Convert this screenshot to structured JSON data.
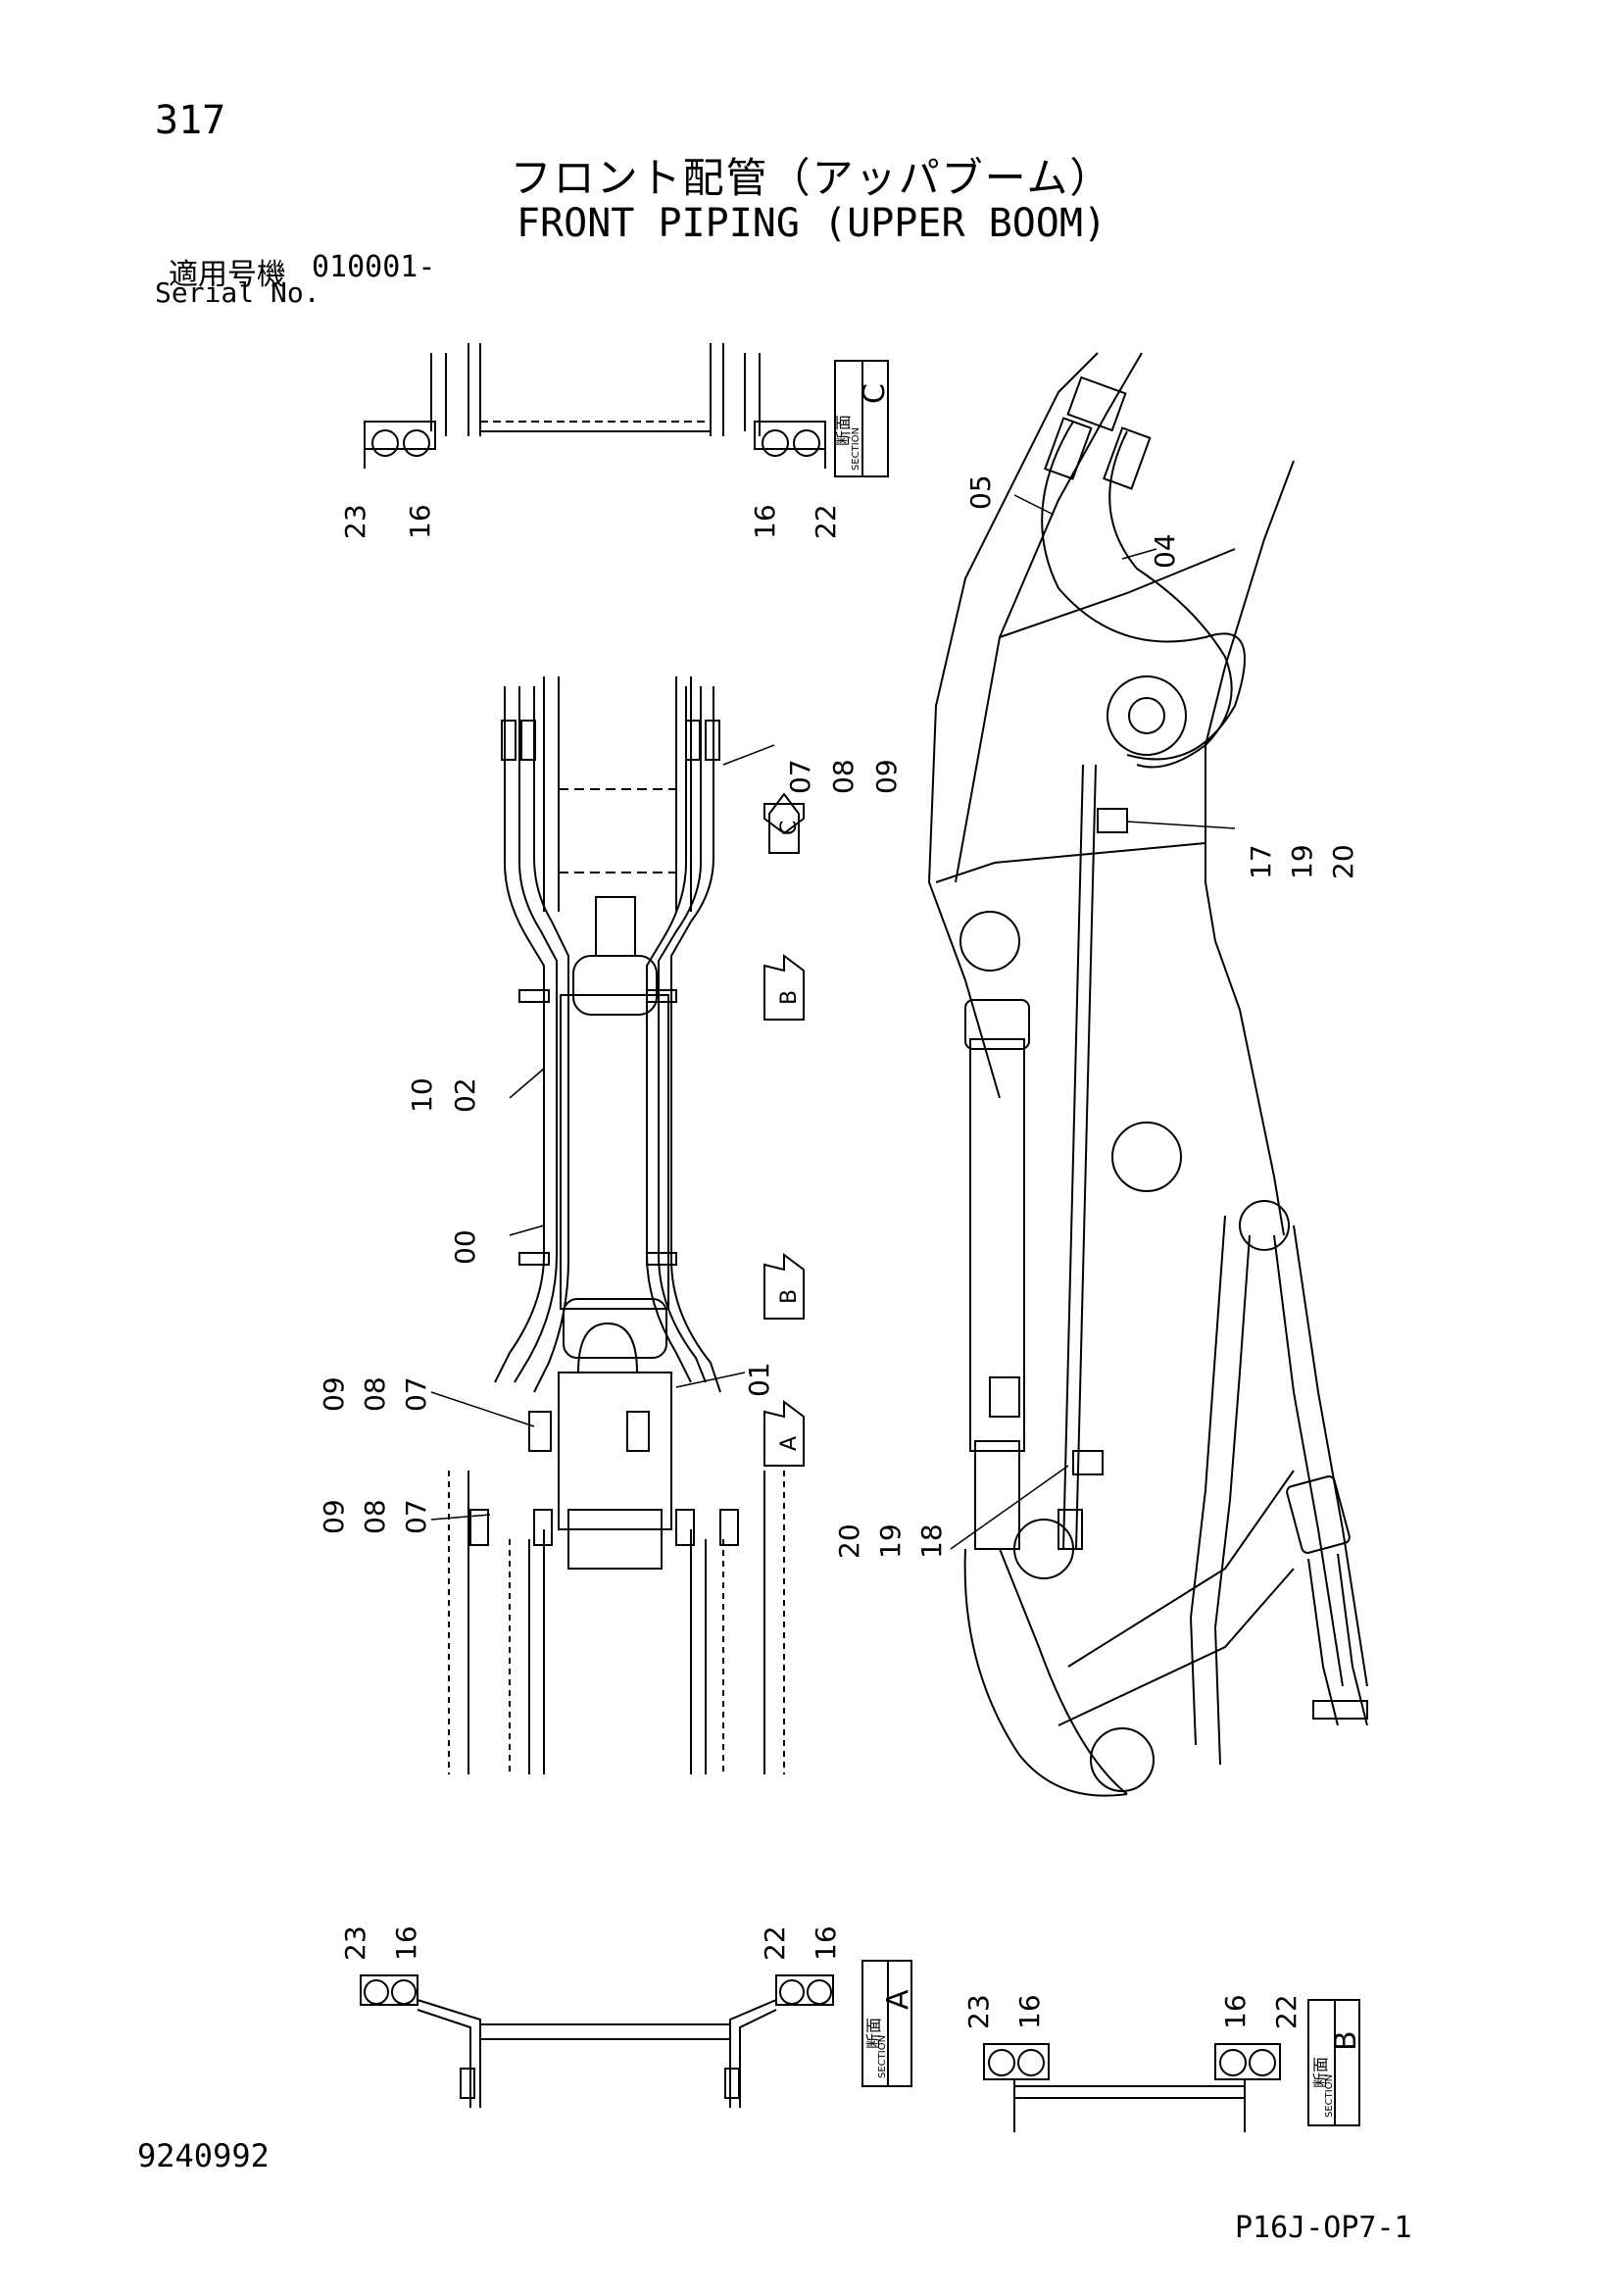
{
  "page_number": "317",
  "title_jp": "フロント配管（アッパブーム）",
  "title_en": "FRONT PIPING (UPPER BOOM)",
  "serial": {
    "label_jp": "適用号機",
    "label_en": "Serial No.",
    "value": "010001-"
  },
  "document_number": "9240992",
  "drawing_code": "P16J-OP7-1",
  "section_boxes": {
    "dan_men": "断面",
    "section": "SECTION",
    "c": "C",
    "a": "A",
    "b": "B"
  },
  "part_labels": {
    "sec_c_left": [
      "23",
      "16"
    ],
    "sec_c_right": [
      "16",
      "22"
    ],
    "sec_a_left": [
      "23",
      "16"
    ],
    "sec_a_right": [
      "22",
      "16"
    ],
    "sec_b_left": [
      "23",
      "16"
    ],
    "sec_b_right": [
      "16",
      "22"
    ],
    "top_fitting": [
      "07",
      "08",
      "09"
    ],
    "pipe_upper": [
      "10",
      "02"
    ],
    "pipe_lower": "00",
    "pipe_right": "01",
    "fitting_mid": [
      "09",
      "08",
      "07"
    ],
    "fitting_low": [
      "09",
      "08",
      "07"
    ],
    "hose_05": "05",
    "hose_04": "04",
    "clamp_upper": [
      "17",
      "19",
      "20"
    ],
    "clamp_lower": [
      "20",
      "19",
      "18"
    ]
  },
  "arrow_labels": {
    "c": "C",
    "b1": "B",
    "b2": "B",
    "a": "A"
  }
}
